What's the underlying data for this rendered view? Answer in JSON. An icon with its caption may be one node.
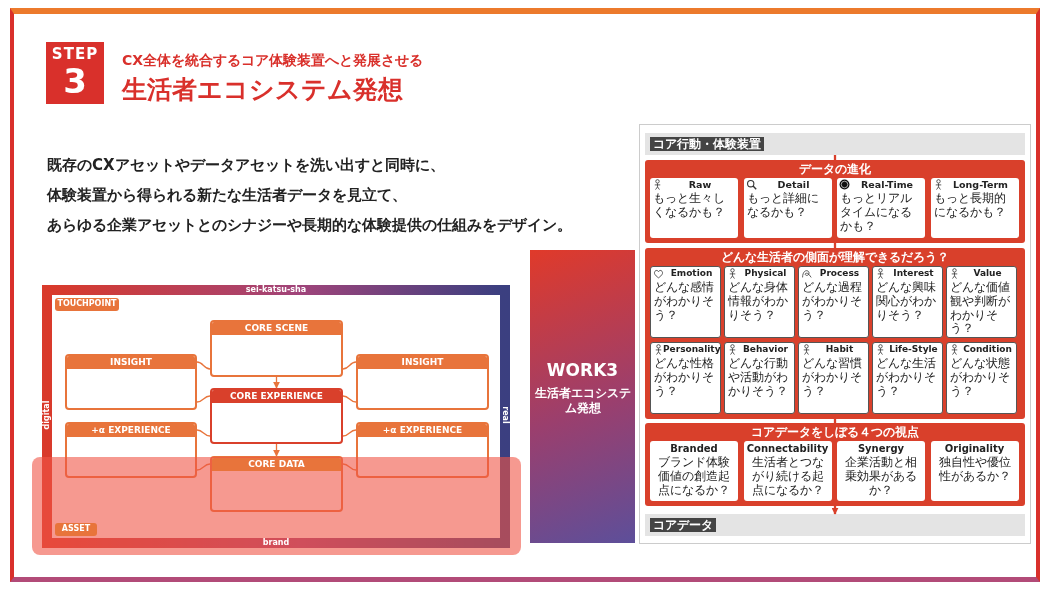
{
  "diagram": {
    "title": "生活者エコシステム発想",
    "nodes": [
      {
        "text": [
          "STEP",
          "3"
        ]
      },
      {
        "text": [
          "sei-katsu-sha",
          "digital",
          "real",
          "brand"
        ]
      },
      {
        "text": [
          "TOUCHPOINT"
        ],
        "in": 1
      },
      {
        "text": [
          "CORE SCENE"
        ],
        "in": 1
      },
      {
        "text": [
          "INSIGHT"
        ],
        "in": 1
      },
      {
        "text": [
          "INSIGHT"
        ],
        "in": 1
      },
      {
        "text": [
          "CORE EXPERIENCE"
        ],
        "in": 1
      },
      {
        "text": [
          "+α EXPERIENCE"
        ],
        "in": 1
      },
      {
        "text": [
          "+α EXPERIENCE"
        ],
        "in": 1
      },
      {
        "text": [
          "CORE DATA"
        ],
        "in": 1
      },
      {
        "text": [
          "ASSET"
        ],
        "in": 1
      },
      {
        "text": [
          "WORK3",
          "生活者エコシステム発想"
        ]
      },
      {
        "text": [
          "コア行動・体験装置"
        ]
      },
      {
        "text": [
          "データの進化"
        ]
      },
      {
        "text": [
          "Raw",
          "もっと生々しくなるかも？"
        ],
        "in": 13
      },
      {
        "text": [
          "Detail",
          "もっと詳細になるかも？"
        ],
        "in": 13
      },
      {
        "text": [
          "Real-Time",
          "もっとリアルタイムになるかも？"
        ],
        "in": 13
      },
      {
        "text": [
          "Long-Term",
          "もっと長期的になるかも？"
        ],
        "in": 13
      },
      {
        "text": [
          "どんな生活者の側面が理解できるだろう？"
        ]
      },
      {
        "text": [
          "Emotion",
          "どんな感情がわかりそう？"
        ],
        "in": 18
      },
      {
        "text": [
          "Physical",
          "どんな身体情報がわかりそう？"
        ],
        "in": 18
      },
      {
        "text": [
          "Process",
          "どんな過程がわかりそう？"
        ],
        "in": 18
      },
      {
        "text": [
          "Interest",
          "どんな興味関心がわかりそう？"
        ],
        "in": 18
      },
      {
        "text": [
          "Value",
          "どんな価値観や判断がわかりそう？"
        ],
        "in": 18
      },
      {
        "text": [
          "Personality",
          "どんな性格がわかりそう？"
        ],
        "in": 18
      },
      {
        "text": [
          "Behavior",
          "どんな行動や活動がわかりそう？"
        ],
        "in": 18
      },
      {
        "text": [
          "Habit",
          "どんな習慣がわかりそう？"
        ],
        "in": 18
      },
      {
        "text": [
          "Life-Style",
          "どんな生活がわかりそう？"
        ],
        "in": 18
      },
      {
        "text": [
          "Condition",
          "どんな状態がわかりそう？"
        ],
        "in": 18
      },
      {
        "text": [
          "コアデータをしぼる４つの視点"
        ]
      },
      {
        "text": [
          "Branded",
          "ブランド体験価値の創造起点になるか？"
        ],
        "in": 29
      },
      {
        "text": [
          "Connectability",
          "生活者とつながり続ける起点になるか？"
        ],
        "in": 29
      },
      {
        "text": [
          "Synergy",
          "企業活動と相乗効果があるか？"
        ],
        "in": 29
      },
      {
        "text": [
          "Originality",
          "独自性や優位性があるか？"
        ],
        "in": 29
      },
      {
        "text": [
          "コアデータ"
        ]
      }
    ],
    "edges": [
      {
        "from": 3,
        "to": 6,
        "arrow": "to"
      },
      {
        "from": 6,
        "to": 9,
        "arrow": "to"
      },
      {
        "from": 4,
        "to": 3,
        "arrow": "none"
      },
      {
        "from": 4,
        "to": 6,
        "arrow": "none"
      },
      {
        "from": 5,
        "to": 3,
        "arrow": "none"
      },
      {
        "from": 5,
        "to": 6,
        "arrow": "none"
      },
      {
        "from": 7,
        "to": 6,
        "arrow": "none"
      },
      {
        "from": 7,
        "to": 9,
        "arrow": "none"
      },
      {
        "from": 8,
        "to": 6,
        "arrow": "none"
      },
      {
        "from": 8,
        "to": 9,
        "arrow": "none"
      },
      {
        "from": 12,
        "to": 13,
        "arrow": "none",
        "color": "#d9402b"
      },
      {
        "from": 13,
        "to": 18,
        "arrow": "none",
        "color": "#d9402b"
      },
      {
        "from": 18,
        "to": 29,
        "arrow": "none",
        "color": "#d9402b"
      },
      {
        "from": 29,
        "to": 34,
        "arrow": "to",
        "color": "#d9402b"
      }
    ],
    "labels": [
      "CX全体を統合するコア体験装置へと発展させる",
      "既存のCXアセットやデータアセットを洗い出すと同時に、",
      "体験装置から得られる新たな生活者データを見立て、",
      "あらゆる企業アセットとのシナジーや長期的な体験提供の仕組みをデザイン。"
    ]
  }
}
